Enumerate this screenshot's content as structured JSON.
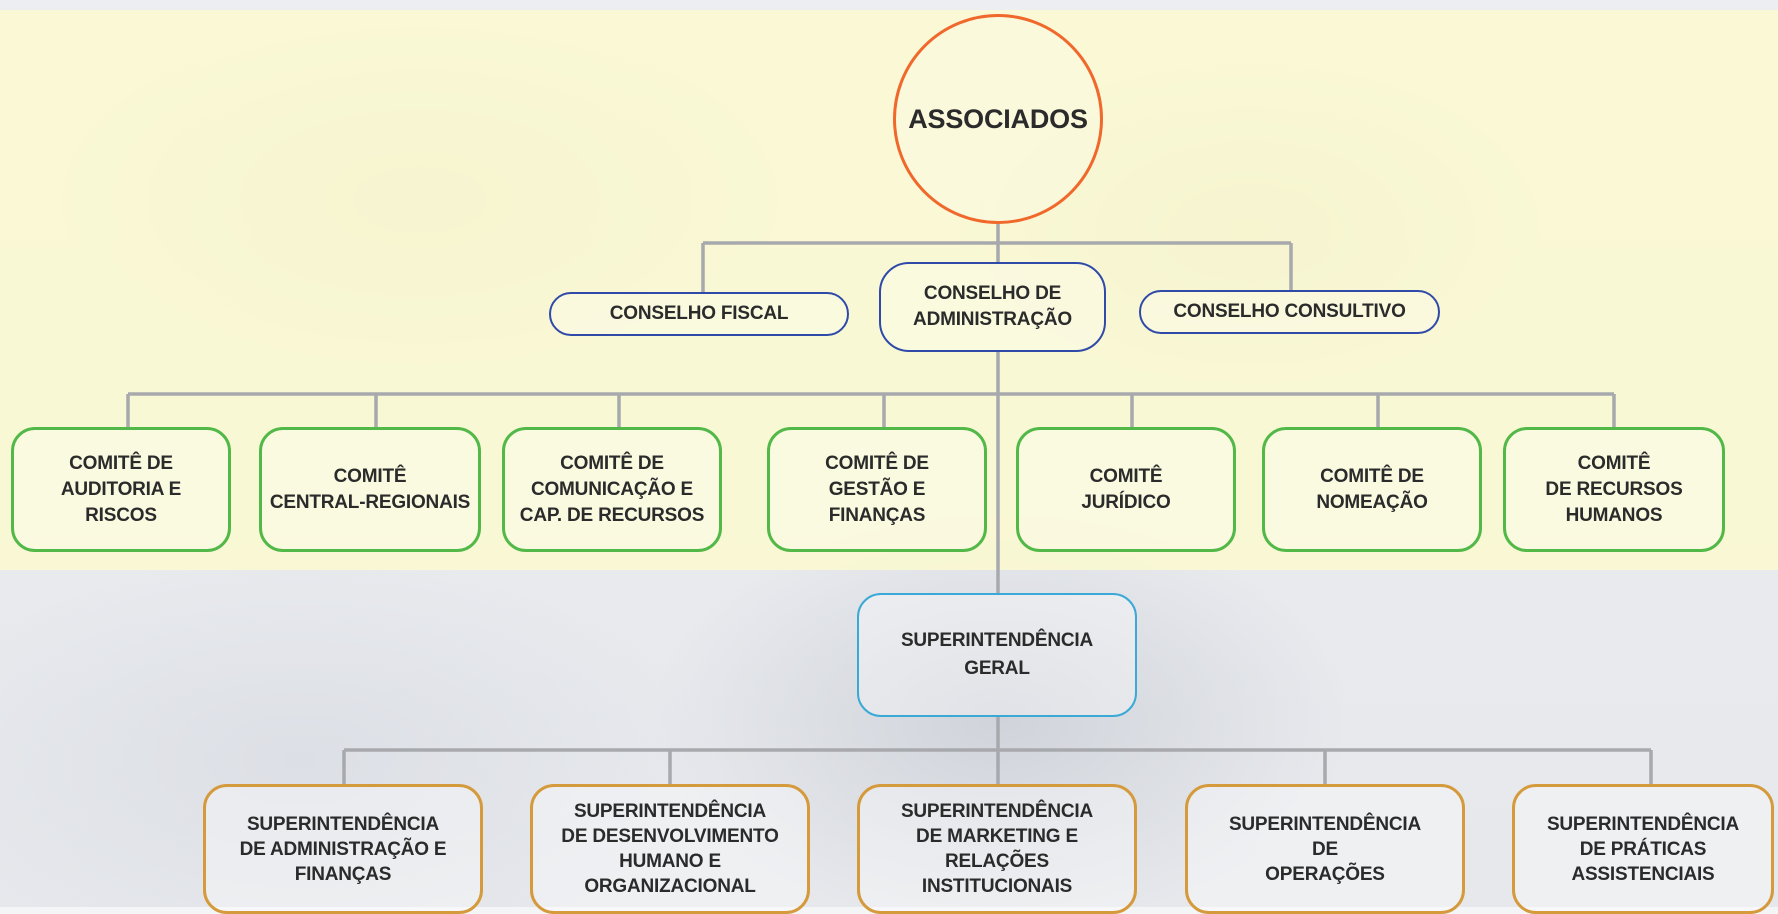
{
  "diagram": {
    "top": {
      "label": "ASSOCIADOS"
    },
    "councils": {
      "fiscal": "CONSELHO FISCAL",
      "administracao": "CONSELHO DE\nADMINISTRAÇÃO",
      "consultivo": "CONSELHO CONSULTIVO"
    },
    "committees": [
      "COMITÊ DE\nAUDITORIA E\nRISCOS",
      "COMITÊ\nCENTRAL-REGIONAIS",
      "COMITÊ DE\nCOMUNICAÇÃO E\nCAP. DE RECURSOS",
      "COMITÊ DE\nGESTÃO E\nFINANÇAS",
      "COMITÊ\nJURÍDICO",
      "COMITÊ DE\nNOMEAÇÃO",
      "COMITÊ\nDE RECURSOS\nHUMANOS"
    ],
    "superintendencia_geral": "SUPERINTENDÊNCIA\nGERAL",
    "superintendencias": [
      "SUPERINTENDÊNCIA\nDE ADMINISTRAÇÃO E\nFINANÇAS",
      "SUPERINTENDÊNCIA\nDE DESENVOLVIMENTO\nHUMANO E\nORGANIZACIONAL",
      "SUPERINTENDÊNCIA\nDE MARKETING E\nRELAÇÕES\nINSTITUCIONAIS",
      "SUPERINTENDÊNCIA\nDE\nOPERAÇÕES",
      "SUPERINTENDÊNCIA\nDE PRÁTICAS\nASSISTENCIAIS"
    ],
    "colors": {
      "top_circle": "#f0682b",
      "councils": "#2f4aa8",
      "committees": "#52b848",
      "superintendencia_geral": "#3ba9d6",
      "superintendencias": "#d59a3c",
      "connector": "#a7a9ad"
    }
  }
}
